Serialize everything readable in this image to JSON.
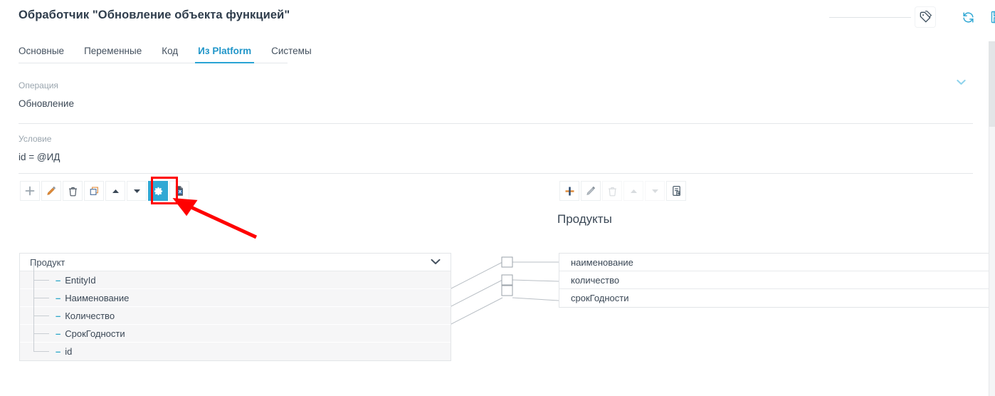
{
  "header": {
    "title": "Обработчик \"Обновление объекта функцией\"",
    "icons": [
      {
        "name": "tags-icon",
        "glyph": "tags"
      },
      {
        "name": "refresh-icon",
        "glyph": "refresh"
      },
      {
        "name": "save-icon",
        "glyph": "save"
      }
    ]
  },
  "tabs": [
    {
      "label": "Основные",
      "active": false
    },
    {
      "label": "Переменные",
      "active": false
    },
    {
      "label": "Код",
      "active": false
    },
    {
      "label": "Из Platform",
      "active": true
    },
    {
      "label": "Системы",
      "active": false
    }
  ],
  "fields": [
    {
      "label": "Операция",
      "value": "Обновление",
      "has_chevron": true
    },
    {
      "label": "Условие",
      "value": "id = @ИД",
      "has_chevron": false
    }
  ],
  "left_toolbar": [
    {
      "name": "add-button",
      "icon": "plus-icon",
      "state": "enabled"
    },
    {
      "name": "edit-button",
      "icon": "pencil-icon",
      "state": "enabled"
    },
    {
      "name": "delete-button",
      "icon": "trash-icon",
      "state": "enabled"
    },
    {
      "name": "copy-button",
      "icon": "copy-icon",
      "state": "enabled"
    },
    {
      "name": "move-up-button",
      "icon": "triangle-up-icon",
      "state": "enabled"
    },
    {
      "name": "move-down-button",
      "icon": "triangle-down-icon",
      "state": "enabled"
    },
    {
      "name": "settings-button",
      "icon": "gear-icon",
      "state": "active"
    },
    {
      "name": "export-excel-button",
      "icon": "excel-file-icon",
      "state": "enabled"
    }
  ],
  "right_toolbar": [
    {
      "name": "add-button",
      "icon": "plus-icon",
      "state": "enabled"
    },
    {
      "name": "edit-button",
      "icon": "pencil-icon",
      "state": "enabled"
    },
    {
      "name": "delete-button",
      "icon": "trash-icon",
      "state": "disabled"
    },
    {
      "name": "move-up-button",
      "icon": "triangle-up-icon",
      "state": "disabled"
    },
    {
      "name": "move-down-button",
      "icon": "triangle-down-icon",
      "state": "disabled"
    },
    {
      "name": "import-button",
      "icon": "import-file-icon",
      "state": "enabled"
    }
  ],
  "source_tree": {
    "root_label": "Продукт",
    "items": [
      {
        "label": "EntityId"
      },
      {
        "label": "Наименование"
      },
      {
        "label": "Количество"
      },
      {
        "label": "СрокГодности"
      },
      {
        "label": "id"
      }
    ]
  },
  "target_table": {
    "title": "Продукты",
    "rows": [
      {
        "label": "наименование"
      },
      {
        "label": "количество"
      },
      {
        "label": "срокГодности"
      }
    ]
  },
  "mappings": [
    {
      "from": "Наименование",
      "to": "наименование"
    },
    {
      "from": "Количество",
      "to": "количество"
    },
    {
      "from": "СрокГодности",
      "to": "срокГодности"
    }
  ],
  "annotations": {
    "highlight_target": "settings-button",
    "highlight_color": "#ff0000",
    "arrow_color": "#ff0000"
  },
  "colors": {
    "accent": "#31a8d4",
    "active_tab": "#2196c9",
    "tree_marker": "#2fa8c9",
    "text": "#3b4856",
    "muted": "#9aa5ae"
  }
}
